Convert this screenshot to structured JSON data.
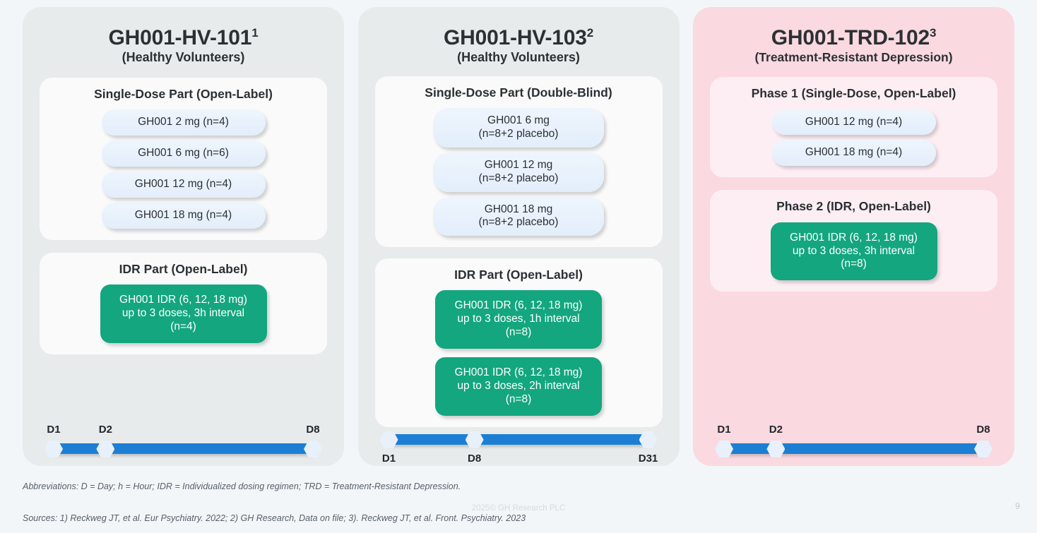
{
  "slide": {
    "page_number": "9",
    "copyright": "2025© GH Research PLC",
    "background_color": "#f2f6f8"
  },
  "colors": {
    "panel_grey": "#e7ebec",
    "panel_pink": "#fad9e1",
    "inner_white": "#fafafa",
    "inner_pink": "#fdeef3",
    "pill_blue": "#e6effb",
    "pill_green": "#13a67f",
    "timeline_bar": "#1c7fd4",
    "timeline_node": "#e8f1fb"
  },
  "columns": [
    {
      "id": "gh001-hv-101",
      "theme": "grey",
      "title_main": "GH001-HV-101",
      "title_superscript": "1",
      "title_sub": "(Healthy Volunteers)",
      "panels": [
        {
          "id": "single-dose-part",
          "title": "Single-Dose Part (Open-Label)",
          "pills": [
            {
              "style": "blue",
              "lines": [
                "GH001 2 mg (n=4)"
              ]
            },
            {
              "style": "blue",
              "lines": [
                "GH001 6 mg (n=6)"
              ]
            },
            {
              "style": "blue",
              "lines": [
                "GH001 12 mg (n=4)"
              ]
            },
            {
              "style": "blue",
              "lines": [
                "GH001 18 mg (n=4)"
              ]
            }
          ]
        },
        {
          "id": "idr-part",
          "title": "IDR Part (Open-Label)",
          "pills": [
            {
              "style": "green",
              "lines": [
                "GH001 IDR (6, 12, 18 mg)",
                "up to 3 doses, 3h interval",
                "(n=4)"
              ]
            }
          ]
        }
      ],
      "timeline": {
        "label_position": "top",
        "nodes": [
          {
            "label": "D1",
            "position_pct": 0
          },
          {
            "label": "D2",
            "position_pct": 20
          },
          {
            "label": "D8",
            "position_pct": 100
          }
        ]
      }
    },
    {
      "id": "gh001-hv-103",
      "theme": "grey",
      "title_main": "GH001-HV-103",
      "title_superscript": "2",
      "title_sub": "(Healthy Volunteers)",
      "panels": [
        {
          "id": "single-dose-part",
          "title": "Single-Dose Part (Double-Blind)",
          "pills": [
            {
              "style": "blue",
              "lines": [
                "GH001 6 mg",
                "(n=8+2 placebo)"
              ]
            },
            {
              "style": "blue",
              "lines": [
                "GH001 12 mg",
                "(n=8+2 placebo)"
              ]
            },
            {
              "style": "blue",
              "lines": [
                "GH001 18 mg",
                "(n=8+2 placebo)"
              ]
            }
          ]
        },
        {
          "id": "idr-part",
          "title": "IDR Part (Open-Label)",
          "pills": [
            {
              "style": "green",
              "lines": [
                "GH001 IDR (6, 12, 18 mg)",
                "up to 3 doses, 1h interval",
                "(n=8)"
              ]
            },
            {
              "style": "green",
              "lines": [
                "GH001 IDR (6, 12, 18 mg)",
                "up to 3 doses, 2h interval",
                "(n=8)"
              ]
            }
          ]
        }
      ],
      "timeline": {
        "label_position": "bottom",
        "nodes": [
          {
            "label": "D1",
            "position_pct": 0
          },
          {
            "label": "D8",
            "position_pct": 33
          },
          {
            "label": "D31",
            "position_pct": 100
          }
        ]
      }
    },
    {
      "id": "gh001-trd-102",
      "theme": "pink",
      "title_main": "GH001-TRD-102",
      "title_superscript": "3",
      "title_sub": "(Treatment-Resistant Depression)",
      "panels": [
        {
          "id": "phase-1",
          "title": "Phase 1 (Single-Dose, Open-Label)",
          "pills": [
            {
              "style": "blue",
              "lines": [
                "GH001 12 mg (n=4)"
              ]
            },
            {
              "style": "blue",
              "lines": [
                "GH001 18 mg (n=4)"
              ]
            }
          ]
        },
        {
          "id": "phase-2",
          "title": "Phase 2 (IDR, Open-Label)",
          "pills": [
            {
              "style": "green",
              "lines": [
                "GH001 IDR (6, 12, 18 mg)",
                "up to 3 doses, 3h interval",
                "(n=8)"
              ]
            }
          ]
        }
      ],
      "timeline": {
        "label_position": "top",
        "nodes": [
          {
            "label": "D1",
            "position_pct": 0
          },
          {
            "label": "D2",
            "position_pct": 20
          },
          {
            "label": "D8",
            "position_pct": 100
          }
        ]
      }
    }
  ],
  "footnotes": {
    "abbreviations": "Abbreviations: D = Day; h = Hour; IDR = Individualized dosing regimen; TRD = Treatment-Resistant Depression.",
    "sources": "Sources: 1) Reckweg JT, et al. Eur Psychiatry. 2022; 2) GH Research, Data on file; 3). Reckweg JT, et al. Front. Psychiatry. 2023"
  }
}
